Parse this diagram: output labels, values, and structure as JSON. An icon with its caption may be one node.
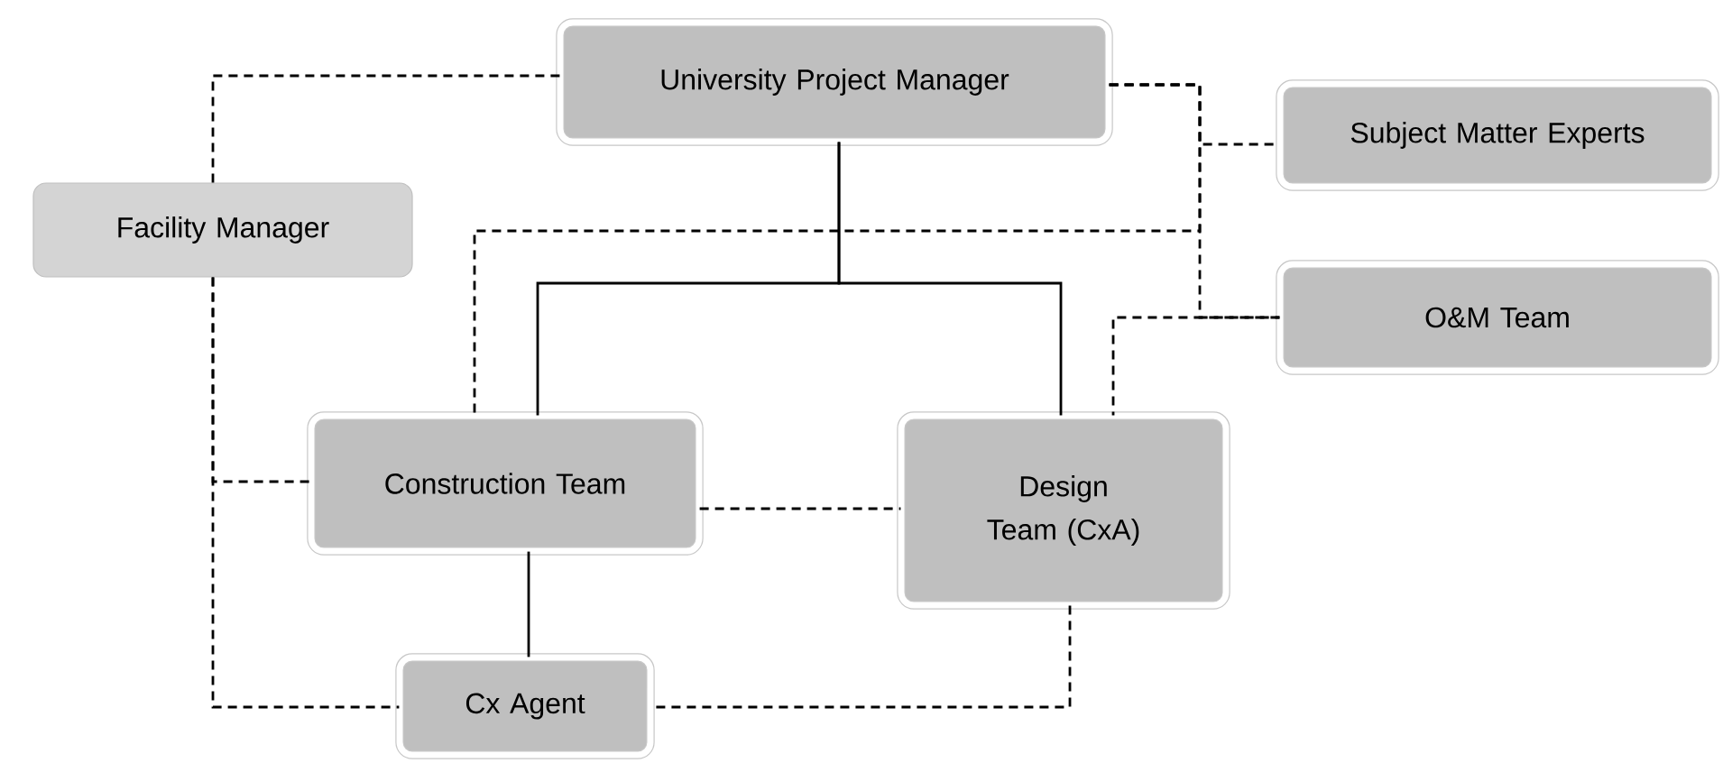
{
  "diagram": {
    "nodes": [
      {
        "text": [
          "University Project Manager"
        ]
      },
      {
        "text": [
          "Subject Matter Experts"
        ]
      },
      {
        "text": [
          "Facility Manager"
        ]
      },
      {
        "text": [
          "O&M Team"
        ]
      },
      {
        "text": [
          "Construction Team"
        ]
      },
      {
        "text": [
          "Design Team (CxA)"
        ]
      },
      {
        "text": [
          "Cx Agent"
        ]
      }
    ],
    "edges": [
      {
        "from": 0,
        "to": 4,
        "arrow": "none"
      },
      {
        "from": 0,
        "to": 5,
        "arrow": "none"
      },
      {
        "from": 0,
        "to": 2,
        "arrow": "none",
        "style": "dashed"
      },
      {
        "from": 2,
        "to": 4,
        "arrow": "none",
        "style": "dashed"
      },
      {
        "from": 2,
        "to": 6,
        "arrow": "none",
        "style": "dashed"
      },
      {
        "from": 0,
        "to": 1,
        "arrow": "none",
        "style": "dashed"
      },
      {
        "from": 0,
        "to": 3,
        "arrow": "none",
        "style": "dashed"
      },
      {
        "from": 3,
        "to": 5,
        "arrow": "none",
        "style": "dashed"
      },
      {
        "from": 0,
        "to": 4,
        "arrow": "none",
        "style": "dashed"
      },
      {
        "from": 4,
        "to": 5,
        "arrow": "none",
        "style": "dashed"
      },
      {
        "from": 4,
        "to": 6,
        "arrow": "none"
      },
      {
        "from": 5,
        "to": 6,
        "arrow": "none",
        "style": "dashed"
      }
    ]
  }
}
